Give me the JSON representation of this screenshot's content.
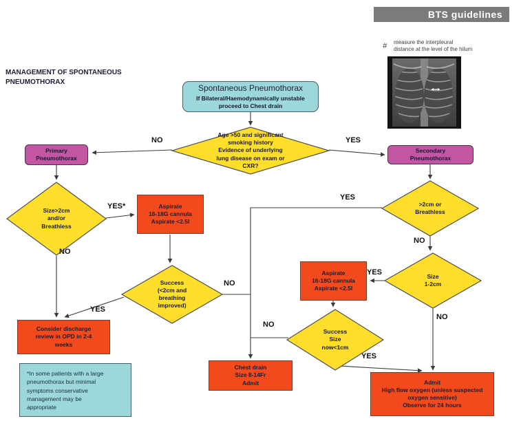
{
  "banner": {
    "label": "BTS guidelines"
  },
  "title": "MANAGEMENT OF SPONTANEOUS\nPNEUMOTHORAX",
  "xray": {
    "note_symbol": "#",
    "note": "measure the interpleural\ndistance at the level of the hilum"
  },
  "nodes": {
    "start": {
      "title": "Spontaneous Pneumothorax",
      "subtitle": "If Bilateral/Haemodynamically unstable\nproceed to Chest drain"
    },
    "age_question": {
      "text": "Age >50 and significant\nsmoking history\nEvidence of underlying\nlung disease on exam or\nCXR?"
    },
    "primary": {
      "text": "Primary\nPneumothorax"
    },
    "secondary": {
      "text": "Secondary\nPneumothorax"
    },
    "size_primary": {
      "text": "Size>2cm\nand/or\nBreathless"
    },
    "aspirate_primary": {
      "text": "Aspirate\n16-18G cannula\nAspirate <2.5l"
    },
    "success_primary": {
      "text": "Success\n(<2cm and\nbreathing\nimproved)"
    },
    "discharge": {
      "text": "Consider discharge\nreview in OPD in 2-4\nweeks"
    },
    "footnote": {
      "text": "*In some patients with a large\npneumothorax but minimal\nsymptoms conservative\nmanagement may be\nappropriate"
    },
    "size_secondary": {
      "text": ">2cm or\nBreathless"
    },
    "size_1_2": {
      "text": "Size\n1-2cm"
    },
    "aspirate_secondary": {
      "text": "Aspirate\n16-18G cannula\nAspirate <2.5l"
    },
    "success_secondary": {
      "text": "Success\nSize\nnow<1cm"
    },
    "chest_drain": {
      "text": "Chest drain\nSize 8-14Fr\nAdmit"
    },
    "admit": {
      "text": "Admit\nHigh flow oxygen (unless suspected\noxygen sensitive)\nObserve for 24 hours"
    }
  },
  "labels": {
    "no_to_primary": "NO",
    "yes_to_secondary": "YES",
    "yes_aspirate_primary": "YES*",
    "no_size_primary": "NO",
    "yes_success_primary": "YES",
    "no_success_primary": "NO",
    "yes_size_secondary": "YES",
    "no_size_secondary": "NO",
    "yes_aspirate_secondary": "YES",
    "no_success_secondary": "NO",
    "yes_success_secondary": "YES",
    "no_size_1_2": "NO"
  },
  "colors": {
    "banner-bg": "#7b7b7b",
    "teal": "#9cd8d9",
    "magenta": "#c356a2",
    "yellow": "#ffdf2b",
    "orange": "#f24a1d",
    "ink": "#16162e",
    "line": "#3a3a3a"
  }
}
